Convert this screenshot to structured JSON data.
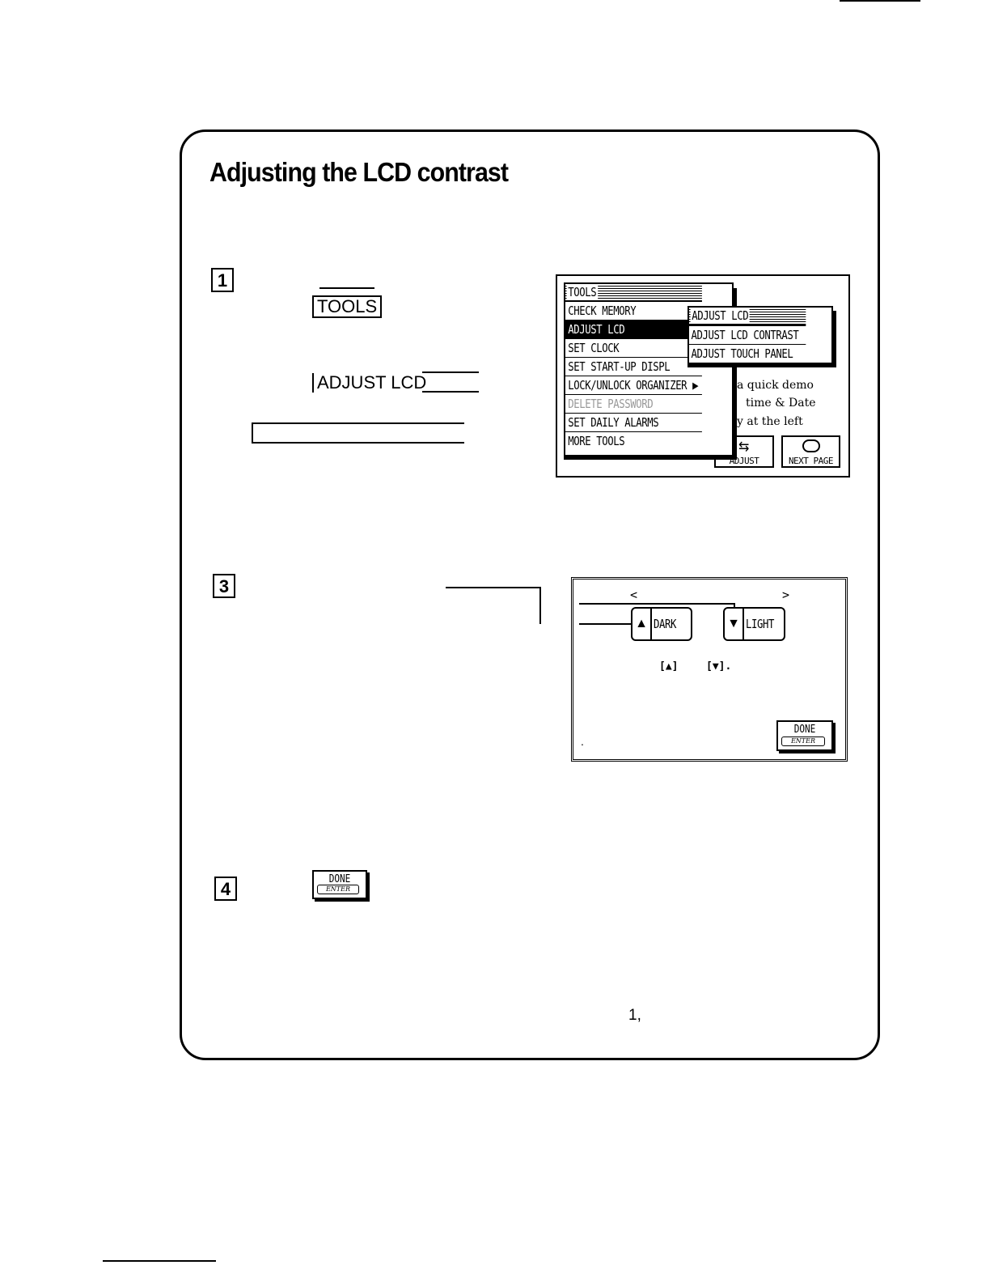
{
  "page": {
    "title": "Adjusting the LCD contrast",
    "footer_fragment": "1,"
  },
  "steps": {
    "step1": {
      "number": "1",
      "key_tools": "TOOLS",
      "key_adjust": "ADJUST LCD"
    },
    "step3": {
      "number": "3"
    },
    "step4": {
      "number": "4",
      "done_label": "DONE",
      "enter_label": "ENTER"
    }
  },
  "screen1": {
    "menu_title": "TOOLS",
    "menu_items": [
      "CHECK MEMORY",
      "ADJUST LCD",
      "SET CLOCK",
      "SET START-UP DISPL",
      "LOCK/UNLOCK ORGANIZER ▶",
      "DELETE PASSWORD",
      "SET DAILY ALARMS",
      "MORE TOOLS"
    ],
    "submenu_title": "ADJUST LCD",
    "submenu_items": [
      "ADJUST LCD CONTRAST",
      "ADJUST TOUCH PANEL"
    ],
    "background_lines": [
      "a quick demo",
      "time & Date",
      "y at the left"
    ],
    "adjust_button": "ADJUST",
    "next_page_button": "NEXT PAGE"
  },
  "screen2": {
    "left_bracket": "<",
    "right_bracket": ">",
    "dark_arrow": "▲",
    "dark_label": "DARK",
    "light_arrow": "▼",
    "light_label": "LIGHT",
    "up_hint": "[▲]",
    "down_hint": "[▼].",
    "done_label": "DONE",
    "enter_label": "ENTER",
    "dot": "."
  }
}
